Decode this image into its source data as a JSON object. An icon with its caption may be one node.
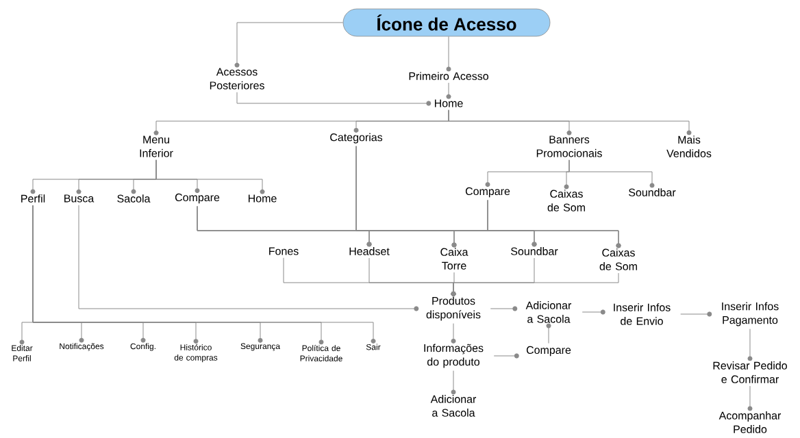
{
  "diagram": {
    "nodes": [
      {
        "text": [
          "Ícone de Acesso"
        ]
      },
      {
        "text": [
          "Acessos Posteriores"
        ]
      },
      {
        "text": [
          "Primeiro Acesso"
        ]
      },
      {
        "text": [
          "Home"
        ]
      },
      {
        "text": [
          "Menu Inferior"
        ]
      },
      {
        "text": [
          "Categorias"
        ]
      },
      {
        "text": [
          "Banners Promocionais"
        ]
      },
      {
        "text": [
          "Mais Vendidos"
        ]
      },
      {
        "text": [
          "Perfil"
        ]
      },
      {
        "text": [
          "Busca"
        ]
      },
      {
        "text": [
          "Sacola"
        ]
      },
      {
        "text": [
          "Compare"
        ]
      },
      {
        "text": [
          "Home"
        ]
      },
      {
        "text": [
          "Compare"
        ]
      },
      {
        "text": [
          "Caixas de Som"
        ]
      },
      {
        "text": [
          "Soundbar"
        ]
      },
      {
        "text": [
          "Fones"
        ]
      },
      {
        "text": [
          "Headset"
        ]
      },
      {
        "text": [
          "Caixa Torre"
        ]
      },
      {
        "text": [
          "Soundbar"
        ]
      },
      {
        "text": [
          "Caixas de Som"
        ]
      },
      {
        "text": [
          "Produtos disponíveis"
        ]
      },
      {
        "text": [
          "Adicionar a Sacola"
        ]
      },
      {
        "text": [
          "Inserir Infos de Envio"
        ]
      },
      {
        "text": [
          "Inserir Infos Pagamento"
        ]
      },
      {
        "text": [
          "Informações do produto"
        ]
      },
      {
        "text": [
          "Compare"
        ]
      },
      {
        "text": [
          "Adicionar a Sacola"
        ]
      },
      {
        "text": [
          "Revisar Pedido e Confirmar"
        ]
      },
      {
        "text": [
          "Acompanhar Pedido"
        ]
      },
      {
        "text": [
          "Editar Perfil"
        ]
      },
      {
        "text": [
          "Notificações"
        ]
      },
      {
        "text": [
          "Config."
        ]
      },
      {
        "text": [
          "Histórico de compras"
        ]
      },
      {
        "text": [
          "Segurança"
        ]
      },
      {
        "text": [
          "Política de Privacidade"
        ]
      },
      {
        "text": [
          "Sair"
        ]
      }
    ],
    "edges": [
      {
        "from": 0,
        "to": 1,
        "arrow": "other"
      },
      {
        "from": 0,
        "to": 2,
        "arrow": "other"
      },
      {
        "from": 2,
        "to": 3,
        "arrow": "other"
      },
      {
        "from": 1,
        "to": 3,
        "arrow": "other"
      },
      {
        "from": 3,
        "to": 4,
        "arrow": "other"
      },
      {
        "from": 3,
        "to": 5,
        "arrow": "other"
      },
      {
        "from": 3,
        "to": 6,
        "arrow": "other"
      },
      {
        "from": 3,
        "to": 7,
        "arrow": "other"
      },
      {
        "from": 4,
        "to": 8,
        "arrow": "other"
      },
      {
        "from": 4,
        "to": 9,
        "arrow": "other"
      },
      {
        "from": 4,
        "to": 10,
        "arrow": "other"
      },
      {
        "from": 4,
        "to": 11,
        "arrow": "other"
      },
      {
        "from": 4,
        "to": 12,
        "arrow": "other"
      },
      {
        "from": 6,
        "to": 13,
        "arrow": "other"
      },
      {
        "from": 6,
        "to": 14,
        "arrow": "other"
      },
      {
        "from": 6,
        "to": 15,
        "arrow": "other"
      },
      {
        "from": 11,
        "to": 17,
        "arrow": "other"
      },
      {
        "from": 11,
        "to": 18,
        "arrow": "other"
      },
      {
        "from": 11,
        "to": 19,
        "arrow": "other"
      },
      {
        "from": 11,
        "to": 20,
        "arrow": "other"
      },
      {
        "from": 5,
        "to": 17,
        "arrow": "other"
      },
      {
        "from": 5,
        "to": 18,
        "arrow": "other"
      },
      {
        "from": 5,
        "to": 19,
        "arrow": "other"
      },
      {
        "from": 5,
        "to": 20,
        "arrow": "other"
      },
      {
        "from": 13,
        "to": 17,
        "arrow": "other"
      },
      {
        "from": 13,
        "to": 18,
        "arrow": "other"
      },
      {
        "from": 13,
        "to": 19,
        "arrow": "other"
      },
      {
        "from": 13,
        "to": 20,
        "arrow": "other"
      },
      {
        "from": 16,
        "to": 21,
        "arrow": "other"
      },
      {
        "from": 17,
        "to": 21,
        "arrow": "other"
      },
      {
        "from": 18,
        "to": 21,
        "arrow": "other"
      },
      {
        "from": 19,
        "to": 21,
        "arrow": "other"
      },
      {
        "from": 20,
        "to": 21,
        "arrow": "other"
      },
      {
        "from": 9,
        "to": 21,
        "arrow": "other"
      },
      {
        "from": 8,
        "to": 30,
        "arrow": "other"
      },
      {
        "from": 8,
        "to": 31,
        "arrow": "other"
      },
      {
        "from": 8,
        "to": 32,
        "arrow": "other"
      },
      {
        "from": 8,
        "to": 33,
        "arrow": "other"
      },
      {
        "from": 8,
        "to": 34,
        "arrow": "other"
      },
      {
        "from": 8,
        "to": 35,
        "arrow": "other"
      },
      {
        "from": 8,
        "to": 36,
        "arrow": "other"
      },
      {
        "from": 21,
        "to": 22,
        "arrow": "other"
      },
      {
        "from": 22,
        "to": 23,
        "arrow": "other"
      },
      {
        "from": 23,
        "to": 24,
        "arrow": "other"
      },
      {
        "from": 24,
        "to": 28,
        "arrow": "other"
      },
      {
        "from": 28,
        "to": 29,
        "arrow": "other"
      },
      {
        "from": 21,
        "to": 25,
        "arrow": "other"
      },
      {
        "from": 25,
        "to": 27,
        "arrow": "other"
      },
      {
        "from": 25,
        "to": 26,
        "arrow": "other"
      },
      {
        "from": 26,
        "to": 22,
        "arrow": "other"
      }
    ]
  }
}
